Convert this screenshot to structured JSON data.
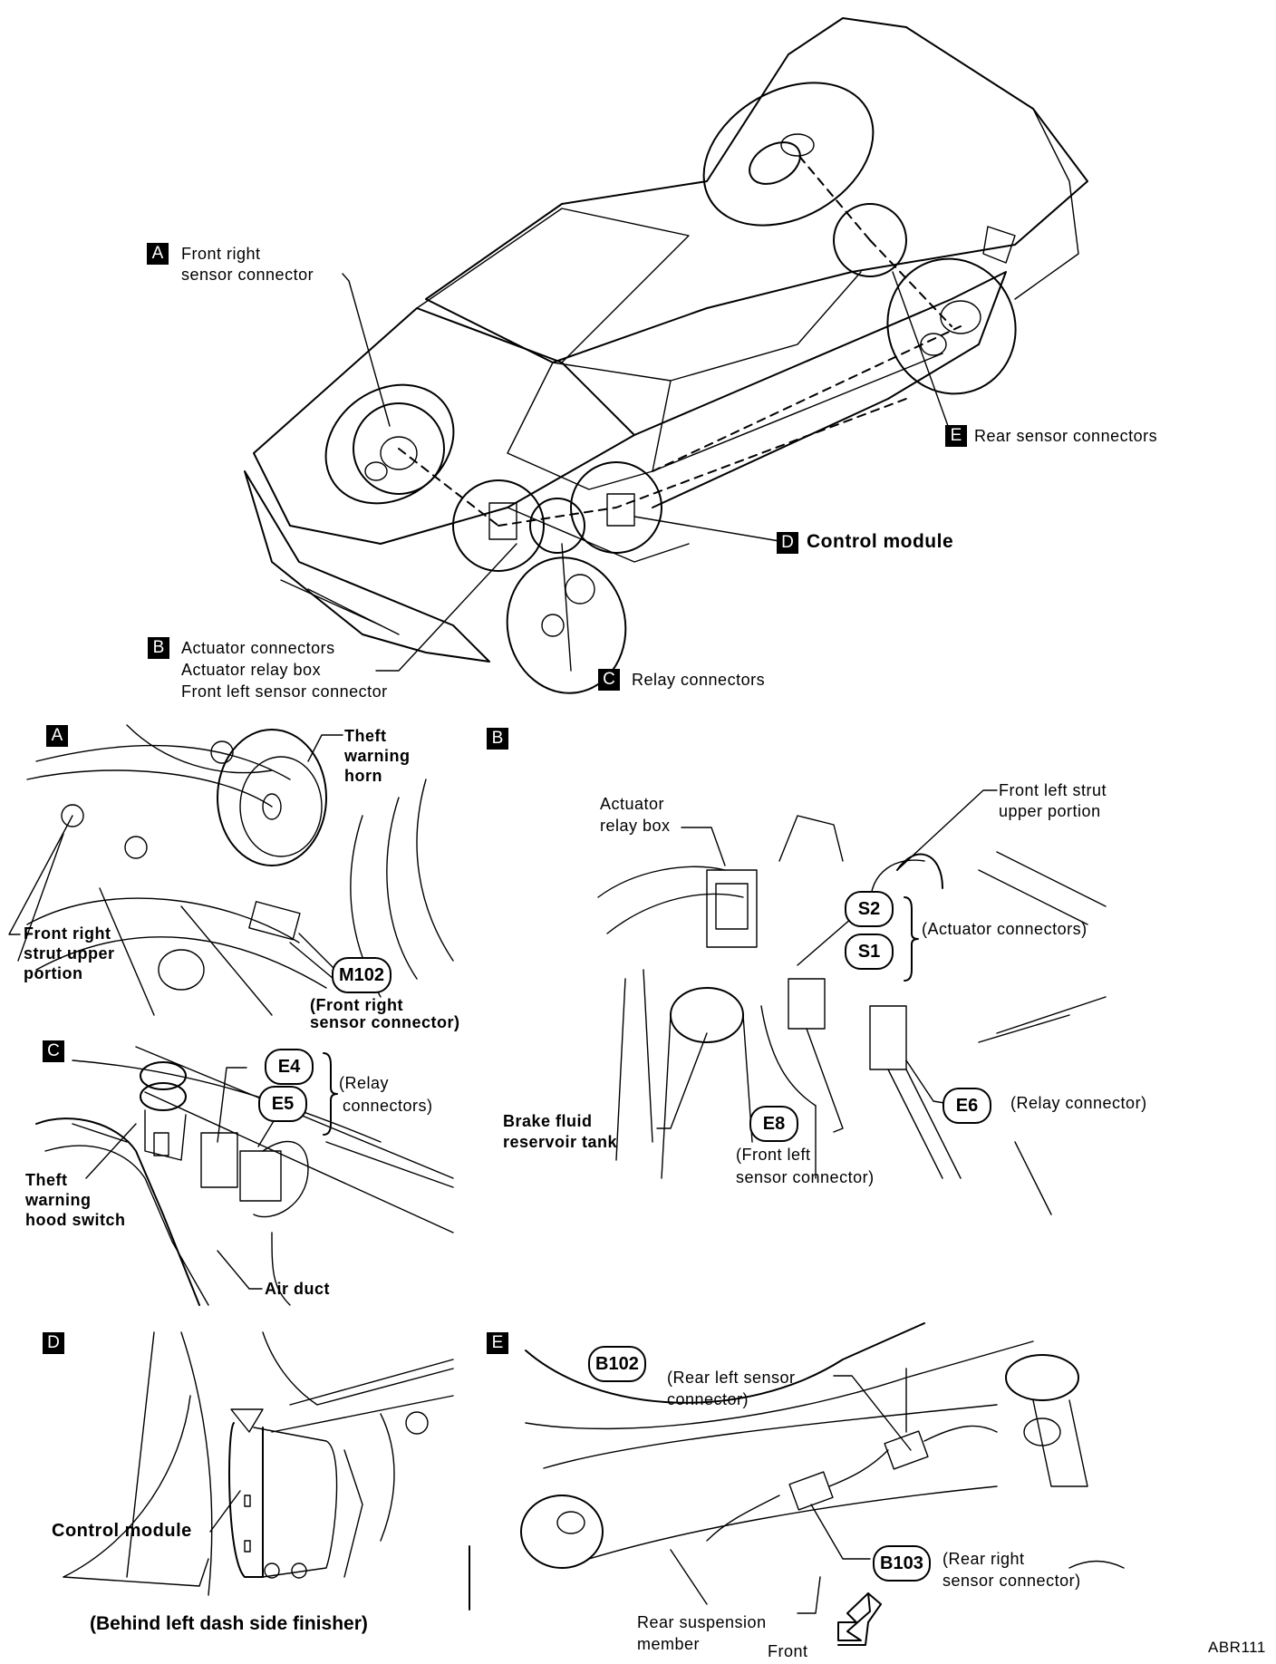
{
  "figure_code": "ABR111",
  "overview": {
    "callouts": [
      {
        "badge": "A",
        "lines": [
          "Front right",
          "sensor connector"
        ]
      },
      {
        "badge": "B",
        "lines": [
          "Actuator connectors",
          "Actuator relay box",
          "Front left sensor connector"
        ]
      },
      {
        "badge": "C",
        "lines": [
          "Relay connectors"
        ]
      },
      {
        "badge": "D",
        "lines": [
          "Control module"
        ]
      },
      {
        "badge": "E",
        "lines": [
          "Rear sensor connectors"
        ]
      }
    ]
  },
  "panels": {
    "A": {
      "badge": "A",
      "labels": {
        "horn": [
          "Theft",
          "warning",
          "horn"
        ],
        "strut": [
          "Front right",
          "strut upper",
          "portion"
        ],
        "connector_id": "M102",
        "connector_desc": [
          "(Front right",
          "sensor connector)"
        ]
      }
    },
    "B": {
      "badge": "B",
      "labels": {
        "relay_box": [
          "Actuator",
          "relay box"
        ],
        "strut": [
          "Front left strut",
          "upper portion"
        ],
        "connector_ids": [
          "S2",
          "S1"
        ],
        "actuator_desc": "(Actuator connectors)",
        "brake": [
          "Brake fluid",
          "reservoir tank"
        ],
        "e8_id": "E8",
        "e8_desc": [
          "(Front left",
          "sensor connector)"
        ],
        "e6_id": "E6",
        "e6_desc": "(Relay connector)"
      }
    },
    "C": {
      "badge": "C",
      "labels": {
        "connector_ids": [
          "E4",
          "E5"
        ],
        "relay_desc": [
          "(Relay",
          "connectors)"
        ],
        "hood_switch": [
          "Theft",
          "warning",
          "hood switch"
        ],
        "air_duct": "Air duct"
      }
    },
    "D": {
      "badge": "D",
      "labels": {
        "module": "Control module",
        "caption": "(Behind left dash side finisher)"
      }
    },
    "E": {
      "badge": "E",
      "labels": {
        "b102_id": "B102",
        "b102_desc": [
          "(Rear left sensor",
          "connector)"
        ],
        "b103_id": "B103",
        "b103_desc": [
          "(Rear right",
          "sensor connector)"
        ],
        "suspension": [
          "Rear suspension",
          "member"
        ],
        "front_arrow": "Front"
      }
    }
  }
}
